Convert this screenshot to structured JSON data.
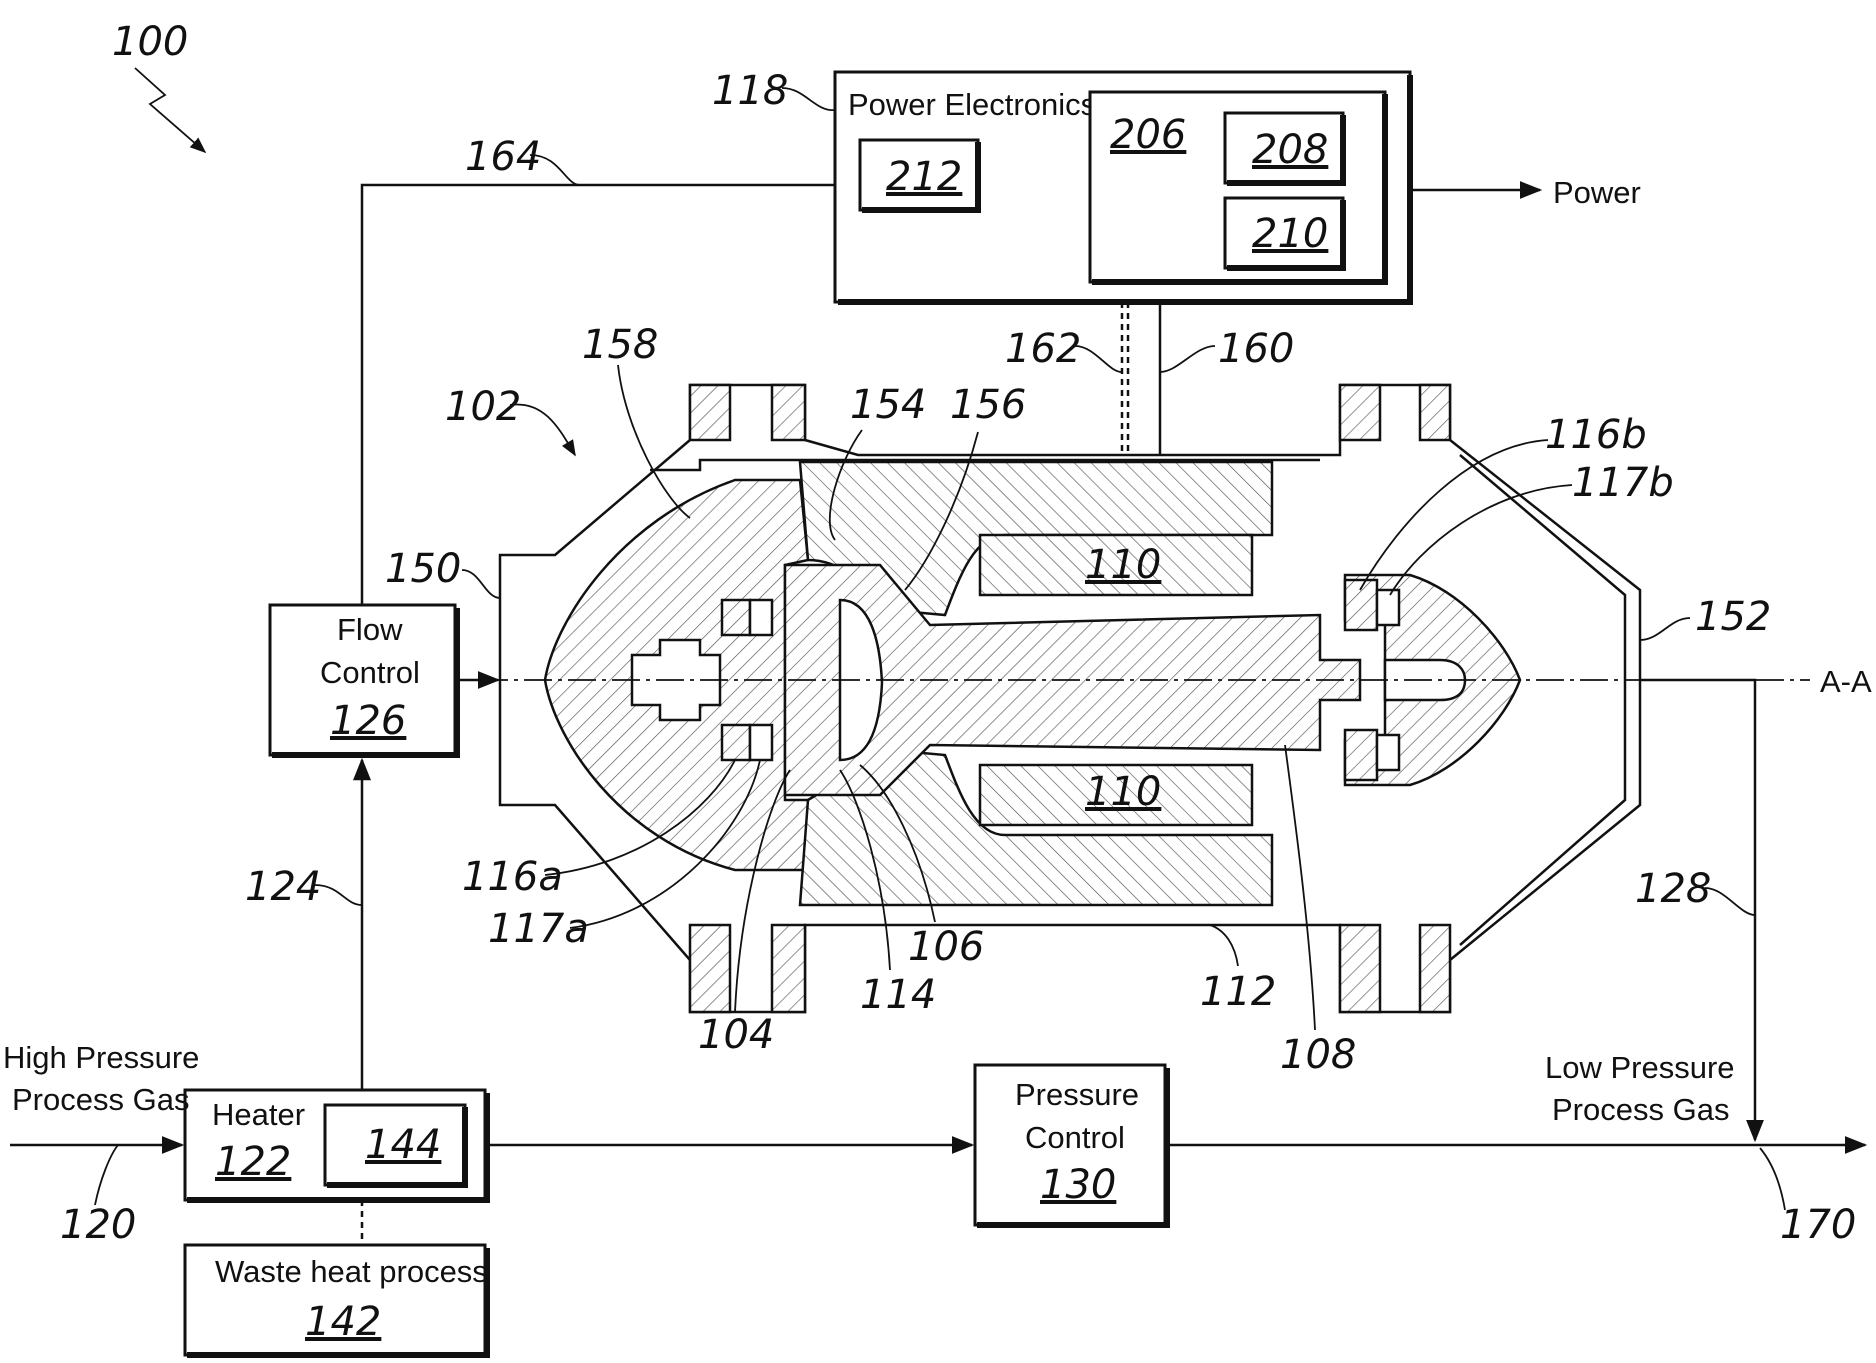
{
  "figure": {
    "ref": "100",
    "assembly_ref": "102"
  },
  "boxes": {
    "power_electronics": {
      "title": "Power Electronics",
      "ref": "118",
      "inner_ref": "212",
      "sub_ref": "206",
      "sub_a": "208",
      "sub_b": "210"
    },
    "flow_control": {
      "line1": "Flow",
      "line2": "Control",
      "ref": "126"
    },
    "heater": {
      "title": "Heater",
      "ref": "122",
      "inner_ref": "144"
    },
    "waste_heat": {
      "title": "Waste heat process",
      "ref": "142"
    },
    "pressure_control": {
      "line1": "Pressure",
      "line2": "Control",
      "ref": "130"
    }
  },
  "flows": {
    "power": "Power",
    "inlet_line1": "High Pressure",
    "inlet_line2": "Process Gas",
    "outlet_line1": "Low Pressure",
    "outlet_line2": "Process Gas",
    "axis": "A-A"
  },
  "refs": {
    "r164": "164",
    "r162": "162",
    "r160": "160",
    "r158": "158",
    "r154": "154",
    "r156": "156",
    "r150": "150",
    "r152": "152",
    "r110a": "110",
    "r110b": "110",
    "r116b": "116b",
    "r117b": "117b",
    "r116a": "116a",
    "r117a": "117a",
    "r124": "124",
    "r128": "128",
    "r104": "104",
    "r114": "114",
    "r106": "106",
    "r112": "112",
    "r108": "108",
    "r120": "120",
    "r170": "170"
  }
}
